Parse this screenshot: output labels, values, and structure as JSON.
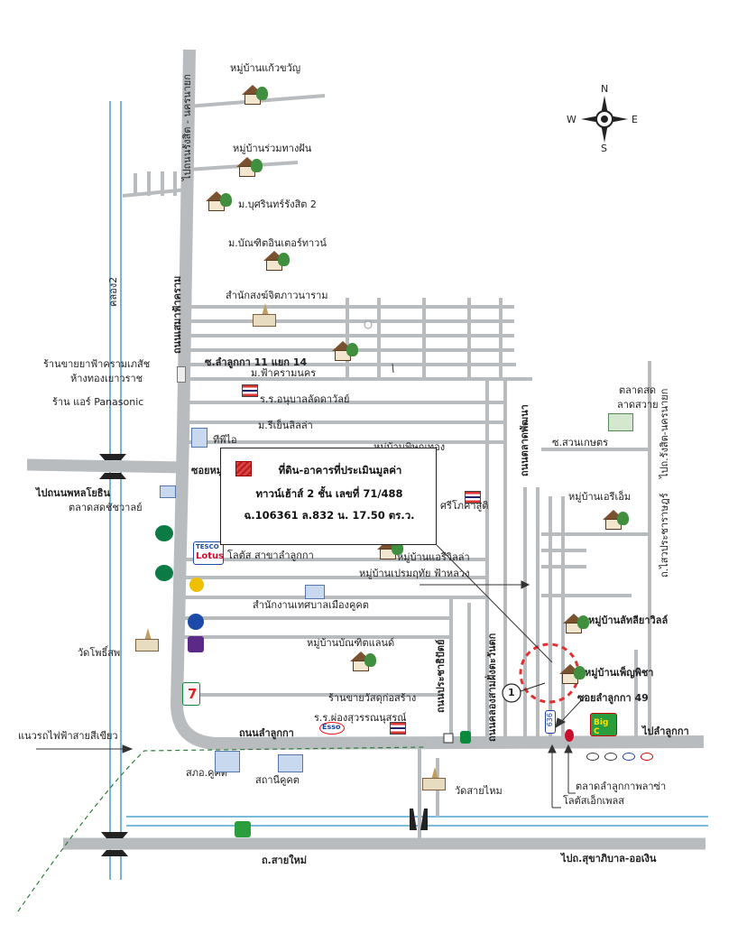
{
  "map": {
    "compass": {
      "n": "N",
      "s": "S",
      "e": "E",
      "w": "W"
    },
    "roads": {
      "rangsit_nakhonnayok_top": "ไปถนนรังสิต - นครนายก",
      "lamsai_mueang": "ถนนเสมาฟ้าคราม",
      "phahonyothin": "ไปถนนพหลโยธิน",
      "lam_luk_ka": "ถนนลำลูกกา",
      "to_lam_luk_ka": "ไปลำลูกกา",
      "sai_mai": "ถ.สายใหม่",
      "sukhaphiban": "ไปถ.สุขาภิบาล-ออเงิน",
      "klong2": "คลอง2",
      "soi_lamlukka_11_14": "ซ.ลำลูกกา 11 แยก 14",
      "soi_lamlukka_49": "ซอยลำลูกกา 49",
      "talad_pattana": "ถนนตลาดพัฒนา",
      "klong_sam": "ถนนคลองสามฝั่งตะวันตก",
      "prachathipat": "ถนนประชาธิปัตย์",
      "rangsit_nakhonnayok_right": "ไปถ.รังสิต-นครนายก",
      "saphan_prachaniwet": "ถ.ไสวประชาราษฎร์",
      "soi_mu_ban": "ซอยหมู่",
      "power_line": "แนวรถไฟฟ้าสายสีเขียว"
    },
    "places": [
      "หมู่บ้านแก้วขวัญ",
      "หมู่บ้านร่วมทางฝัน",
      "ม.บุศรินทร์รังสิต 2",
      "ม.บัณฑิตอินเตอร์ทาวน์",
      "สำนักสงฆ์จิตภาวนาราม",
      "ร้านขายยาฟ้าครามเภสัช",
      "ห้างทองเยาวราช",
      "ร้าน แอร์ Panasonic",
      "ม.ฟ้าครามนคร",
      "ร.ร.อนุบาลลัดดาวัลย์",
      "ม.รีเย็นลิลล่า",
      "ทีพีไอ",
      "ตลาดสดชัชวาลย์",
      "โลตัส สาขาลำลูกกา",
      "หมู่บ้านแอรีวิลล่า",
      "หมู่บ้านเปรมฤทัย ฟ้าหลวง",
      "สำนักงานเทศบาลเมืองคูคต",
      "หมู่บ้านบัณฑิตแลนด์",
      "วัดโพธิ์สพ",
      "ร้านขายวัสดุก่อสร้าง",
      "ร.ร.ผ่องสุวรรณนุสรณ์",
      "สภอ.คูคต",
      "สถานีคูคต",
      "วัดสายไหม",
      "ตลาดสด",
      "ลาดสวาย",
      "ซ.สวนเกษตร",
      "หมู่บ้านเอรีเอ็ม",
      "หมู่บ้านลัทลียาวิลล์",
      "หมู่บ้านเพ็ญพิชา",
      "ตลาดลำลูกกาพลาซ่า",
      "โลตัสเอ็กเพลส",
      "หมู่บ้านพิษณุทอง",
      "ศรีโภคาสูติ"
    ],
    "info_box": {
      "line1": "ที่ดิน-อาคารที่ประเมินมูลค่า",
      "line2": "ทาวน์เฮ้าส์ 2 ชั้น  เลขที่ 71/488",
      "line3": "ฉ.106361  ล.832  น. 17.50 ตร.ว."
    },
    "marker_number": "1",
    "route_636": "636",
    "logos": {
      "tesco": "TESCO",
      "lotus": "Lotus",
      "esso": "Esso",
      "big_c": "Big C",
      "seven": "7"
    },
    "colors": {
      "road": "#b9bcbf",
      "canal": "#2a90c8",
      "marker": "#e23030",
      "power_line": "#2f7d3a"
    }
  }
}
